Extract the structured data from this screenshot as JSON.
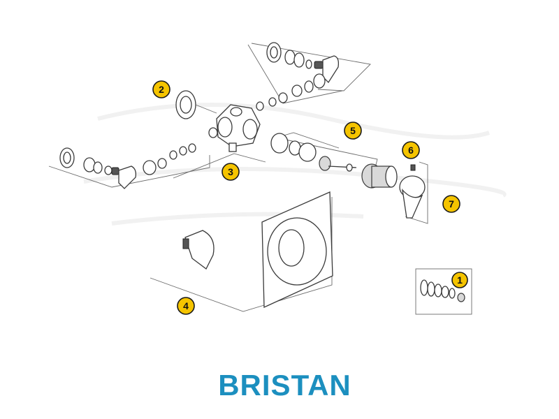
{
  "callouts": [
    {
      "id": "1",
      "label": "1"
    },
    {
      "id": "2",
      "label": "2"
    },
    {
      "id": "3",
      "label": "3"
    },
    {
      "id": "4",
      "label": "4"
    },
    {
      "id": "5",
      "label": "5"
    },
    {
      "id": "6",
      "label": "6"
    },
    {
      "id": "7",
      "label": "7"
    }
  ],
  "brand": {
    "name": "BRISTAN",
    "color": "#1c8fbf"
  },
  "colors": {
    "callout_fill": "#f5c400",
    "line": "#3a3a3a"
  }
}
